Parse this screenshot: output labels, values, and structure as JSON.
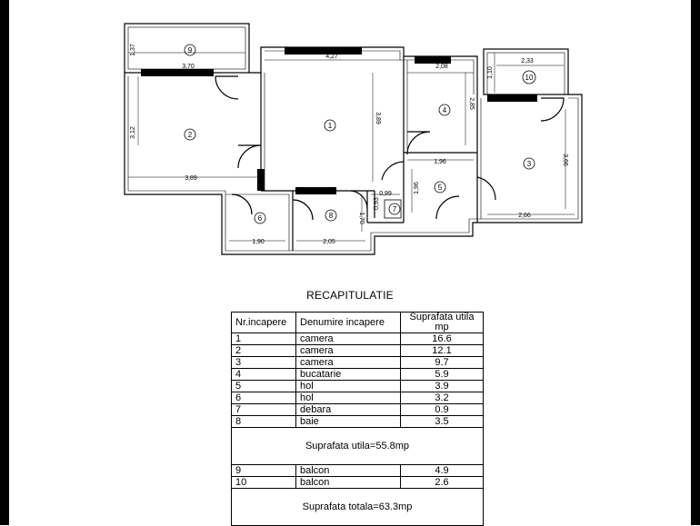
{
  "plan": {
    "rooms": [
      {
        "nr": "1",
        "dim_a": "4,27",
        "dim_b": "3,89"
      },
      {
        "nr": "2",
        "dim_a": "3,12",
        "dim_b": "3,89"
      },
      {
        "nr": "3",
        "dim_a": "3,66",
        "dim_b": "2,66"
      },
      {
        "nr": "4",
        "dim_a": "2,08",
        "dim_b": "2,85"
      },
      {
        "nr": "5",
        "dim_a": "1,96",
        "dim_b": "1,96"
      },
      {
        "nr": "6",
        "dim_a": "1,90"
      },
      {
        "nr": "7",
        "dim_a": "0,99",
        "dim_b": "0,93"
      },
      {
        "nr": "8",
        "dim_a": "2,05",
        "dim_b": "1,70"
      },
      {
        "nr": "9",
        "dim_a": "3,70",
        "dim_b": "1,37"
      },
      {
        "nr": "10",
        "dim_a": "2,33",
        "dim_b": "1,10"
      }
    ]
  },
  "recap": {
    "title": "RECAPITULATIE",
    "headers": [
      "Nr.incapere",
      "Denumire incapere",
      "Suprafata utila mp"
    ],
    "rows": [
      {
        "nr": "1",
        "name": "camera",
        "area": "16.6"
      },
      {
        "nr": "2",
        "name": "camera",
        "area": "12.1"
      },
      {
        "nr": "3",
        "name": "camera",
        "area": "9.7"
      },
      {
        "nr": "4",
        "name": "bucatarie",
        "area": "5.9"
      },
      {
        "nr": "5",
        "name": "hol",
        "area": "3.9"
      },
      {
        "nr": "6",
        "name": "hol",
        "area": "3.2"
      },
      {
        "nr": "7",
        "name": "debara",
        "area": "0.9"
      },
      {
        "nr": "8",
        "name": "baie",
        "area": "3.5"
      }
    ],
    "subtotal": "Suprafata utila=55.8mp",
    "balcony_rows": [
      {
        "nr": "9",
        "name": "balcon",
        "area": "4.9"
      },
      {
        "nr": "10",
        "name": "balcon",
        "area": "2.6"
      }
    ],
    "total": "Suprafata totala=63.3mp"
  }
}
